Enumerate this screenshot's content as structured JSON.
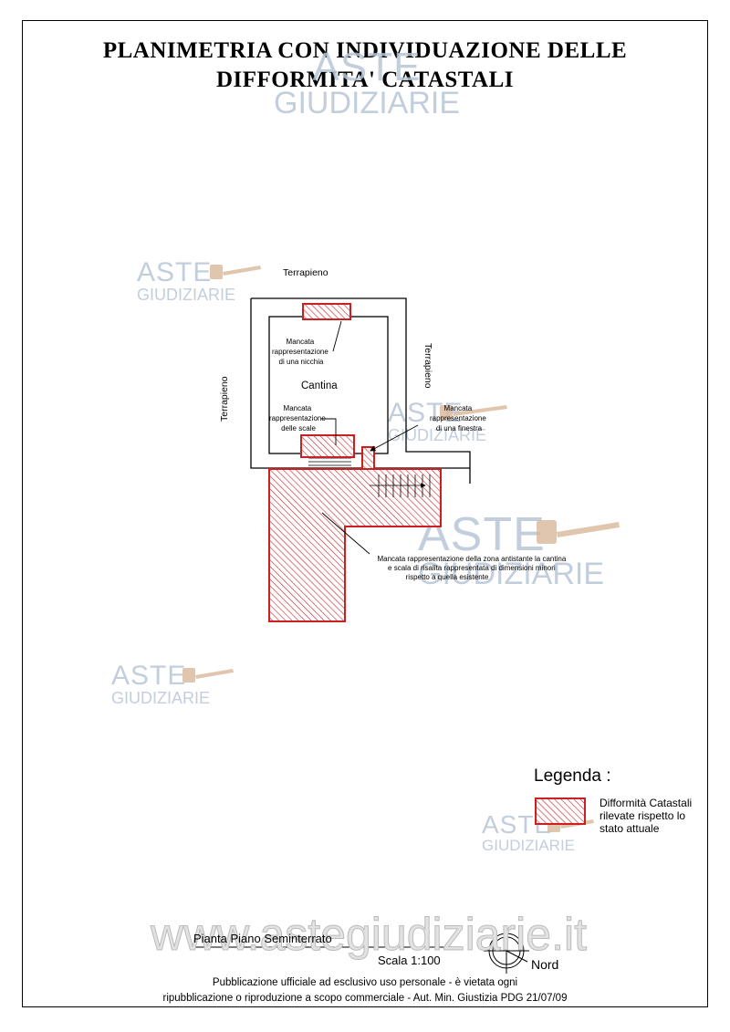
{
  "title": {
    "line1": "PLANIMETRIA CON INDIVIDUAZIONE DELLE",
    "line2": "DIFFORMITA' CATASTALI"
  },
  "labels": {
    "terrapieno_top": "Terrapieno",
    "terrapieno_left": "Terrapieno",
    "terrapieno_right": "Terrapieno",
    "cantina": "Cantina"
  },
  "annotations": {
    "nicchia": [
      "Mancata",
      "rappresentazione",
      "di una nicchia"
    ],
    "scale": [
      "Mancata",
      "rappresentazione",
      "delle scale"
    ],
    "finestra": [
      "Mancata",
      "rappresentazione",
      "di una finestra"
    ],
    "zona": [
      "Mancata rappresentazione della zona antistante la cantina",
      "e scala di risalita rappresentata di dimensioni minori",
      "rispetto a quella esistente"
    ]
  },
  "legend": {
    "title": "Legenda :",
    "item": "Difformità Catastali rilevate rispetto lo stato attuale",
    "hatch_color": "#cc1f1f"
  },
  "watermark": {
    "brand_top": "ASTE",
    "brand_bottom": "GIUDIZIARIE",
    "site": "www.astegiudiziarie.it",
    "color": "#b9c6d8"
  },
  "plan_caption": {
    "name": "Pianta Piano Seminterrato",
    "scale": "Scala 1:100",
    "north": "Nord"
  },
  "footer": {
    "line1": "Pubblicazione ufficiale ad esclusivo uso personale - è vietata ogni",
    "line2": "ripubblicazione o riproduzione a scopo commerciale - Aut. Min. Giustizia PDG 21/07/09"
  }
}
